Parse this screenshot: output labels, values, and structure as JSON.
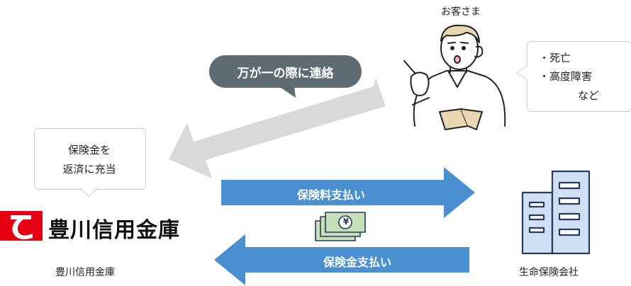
{
  "customer": {
    "label": "お客さま",
    "events": [
      "・死亡",
      "・高度障害",
      "など"
    ]
  },
  "contact_bubble": {
    "text": "万が一の際に連絡"
  },
  "bank": {
    "callout_lines": [
      "保険金を",
      "返済に充当"
    ],
    "logo_text": "豊川信用金庫",
    "label": "豊川信用金庫"
  },
  "flows": {
    "premium_payment": "保険料支払い",
    "insurance_payment": "保険金支払い"
  },
  "insurer": {
    "label": "生命保険会社"
  },
  "money_icon": {
    "symbol": "¥"
  },
  "colors": {
    "flow_blue": "#4a8fd0",
    "contact_bubble": "#5f6b73",
    "gray_arrow": "#d9d9d9",
    "logo_red": "#e60012",
    "building_fill": "#cfe0f5",
    "building_line": "#2a3a5a",
    "money_green": "#c5dfb9"
  }
}
